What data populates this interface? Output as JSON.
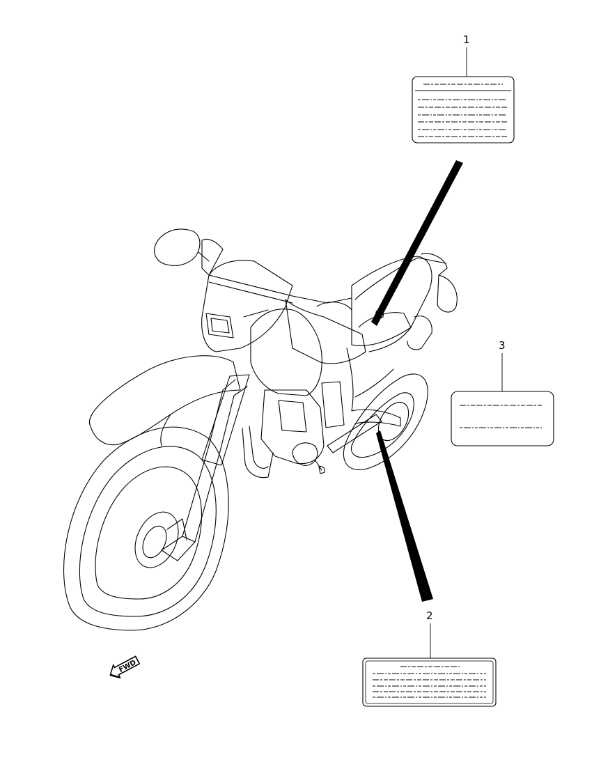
{
  "diagram": {
    "callouts": [
      {
        "id": "label-1",
        "number": "1"
      },
      {
        "id": "label-2",
        "number": "2"
      },
      {
        "id": "label-3",
        "number": "3"
      }
    ],
    "direction_marker": {
      "text": "FWD"
    }
  }
}
